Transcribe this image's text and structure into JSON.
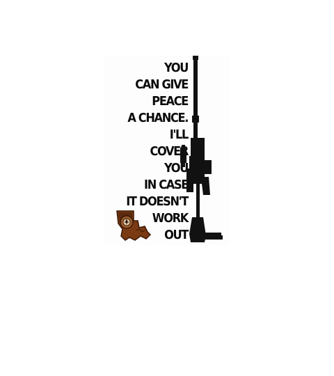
{
  "poster": {
    "lines": [
      "YOU",
      "CAN GIVE",
      "PEACE",
      "A CHANCE.",
      "I'LL",
      "COVER",
      "YOU",
      "IN CASE",
      "IT DOESN'T",
      "WORK",
      "OUT"
    ]
  },
  "colors": {
    "text": "#0a0a0a",
    "rifle": "#111111",
    "badge_brown": "#7a3a12",
    "badge_dark": "#3b1a08",
    "background": "#ffffff"
  },
  "icons": {
    "rifle": "rifle-silhouette-icon",
    "badge": "louisiana-state-badge-icon"
  }
}
